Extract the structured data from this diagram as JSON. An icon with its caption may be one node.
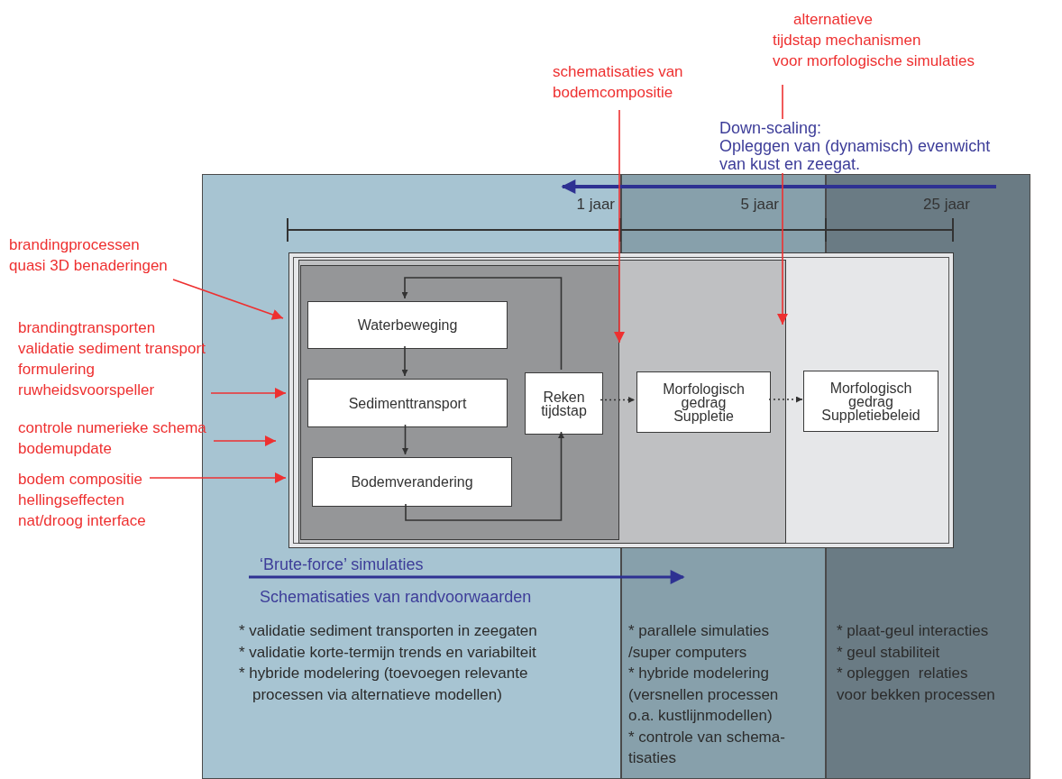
{
  "diagram": {
    "nodes": [
      {
        "text": [],
        "shape": "box"
      },
      {
        "text": [],
        "shape": "box",
        "in": 0
      },
      {
        "text": [],
        "shape": "box",
        "in": 1
      },
      {
        "text": [
          "Waterbeweging"
        ],
        "in": 2
      },
      {
        "text": [
          "Sedimenttransport"
        ],
        "in": 2
      },
      {
        "text": [
          "Bodemverandering"
        ],
        "in": 2
      },
      {
        "text": [
          "Reken tijdstap"
        ],
        "in": 2
      },
      {
        "text": [
          "Morfologisch gedrag Suppletie"
        ],
        "in": 1
      },
      {
        "text": [
          "Morfologisch gedrag Suppletiebeleid"
        ],
        "in": 0
      },
      {
        "text": [
          "brandingprocessen quasi 3D benaderingen"
        ]
      },
      {
        "text": [
          "brandingtransporten validatie sediment transport formulering ruwheidsvoorspeller"
        ]
      },
      {
        "text": [
          "controle numerieke schema bodemupdate"
        ]
      },
      {
        "text": [
          "bodem compositie hellingseffecten nat/droog interface"
        ]
      },
      {
        "text": [
          "schematisaties van bodemcompositie"
        ]
      },
      {
        "text": [
          "alternatieve",
          "tijdstap mechanismen",
          "voor morfologische simulaties"
        ]
      }
    ],
    "edges": [
      {
        "from": 3,
        "to": 4,
        "arrow": "to"
      },
      {
        "from": 4,
        "to": 5,
        "arrow": "to"
      },
      {
        "from": 5,
        "to": 6,
        "arrow": "to"
      },
      {
        "from": 6,
        "to": 3,
        "arrow": "to"
      },
      {
        "from": 6,
        "to": 7,
        "arrow": "to",
        "style": "dashed"
      },
      {
        "from": 7,
        "to": 8,
        "arrow": "to",
        "style": "dashed"
      },
      {
        "from": 9,
        "to": 0,
        "arrow": "to",
        "color": "#ee3030"
      },
      {
        "from": 10,
        "to": 0,
        "arrow": "to",
        "color": "#ee3030"
      },
      {
        "from": 11,
        "to": 0,
        "arrow": "to",
        "color": "#ee3030"
      },
      {
        "from": 12,
        "to": 0,
        "arrow": "to",
        "color": "#ee3030"
      },
      {
        "from": 13,
        "to": 2,
        "arrow": "to",
        "color": "#ee3030"
      },
      {
        "from": 14,
        "to": 1,
        "arrow": "to",
        "color": "#ee3030"
      }
    ],
    "labels": [
      "Down-scaling:",
      "Opleggen van (dynamisch) evenwicht van kust en zeegat.",
      "1 jaar",
      "5 jaar",
      "25 jaar",
      "‘Brute-force’ simulaties",
      "Schematisaties van randvoorwaarden",
      "* validatie sediment transporten in zeegaten",
      "* validatie korte-termijn trends en variabilteit",
      "* hybride modelering (toevoegen relevante processen via alternatieve modellen)",
      "* parallele simulaties /super computers",
      "* hybride modelering (versnellen processen o.a. kustlijnmodellen)",
      "* controle van schema-tisaties",
      "* plaat-geul interacties",
      "* geul stabiliteit",
      "* opleggen  relaties voor bekken processen"
    ]
  }
}
